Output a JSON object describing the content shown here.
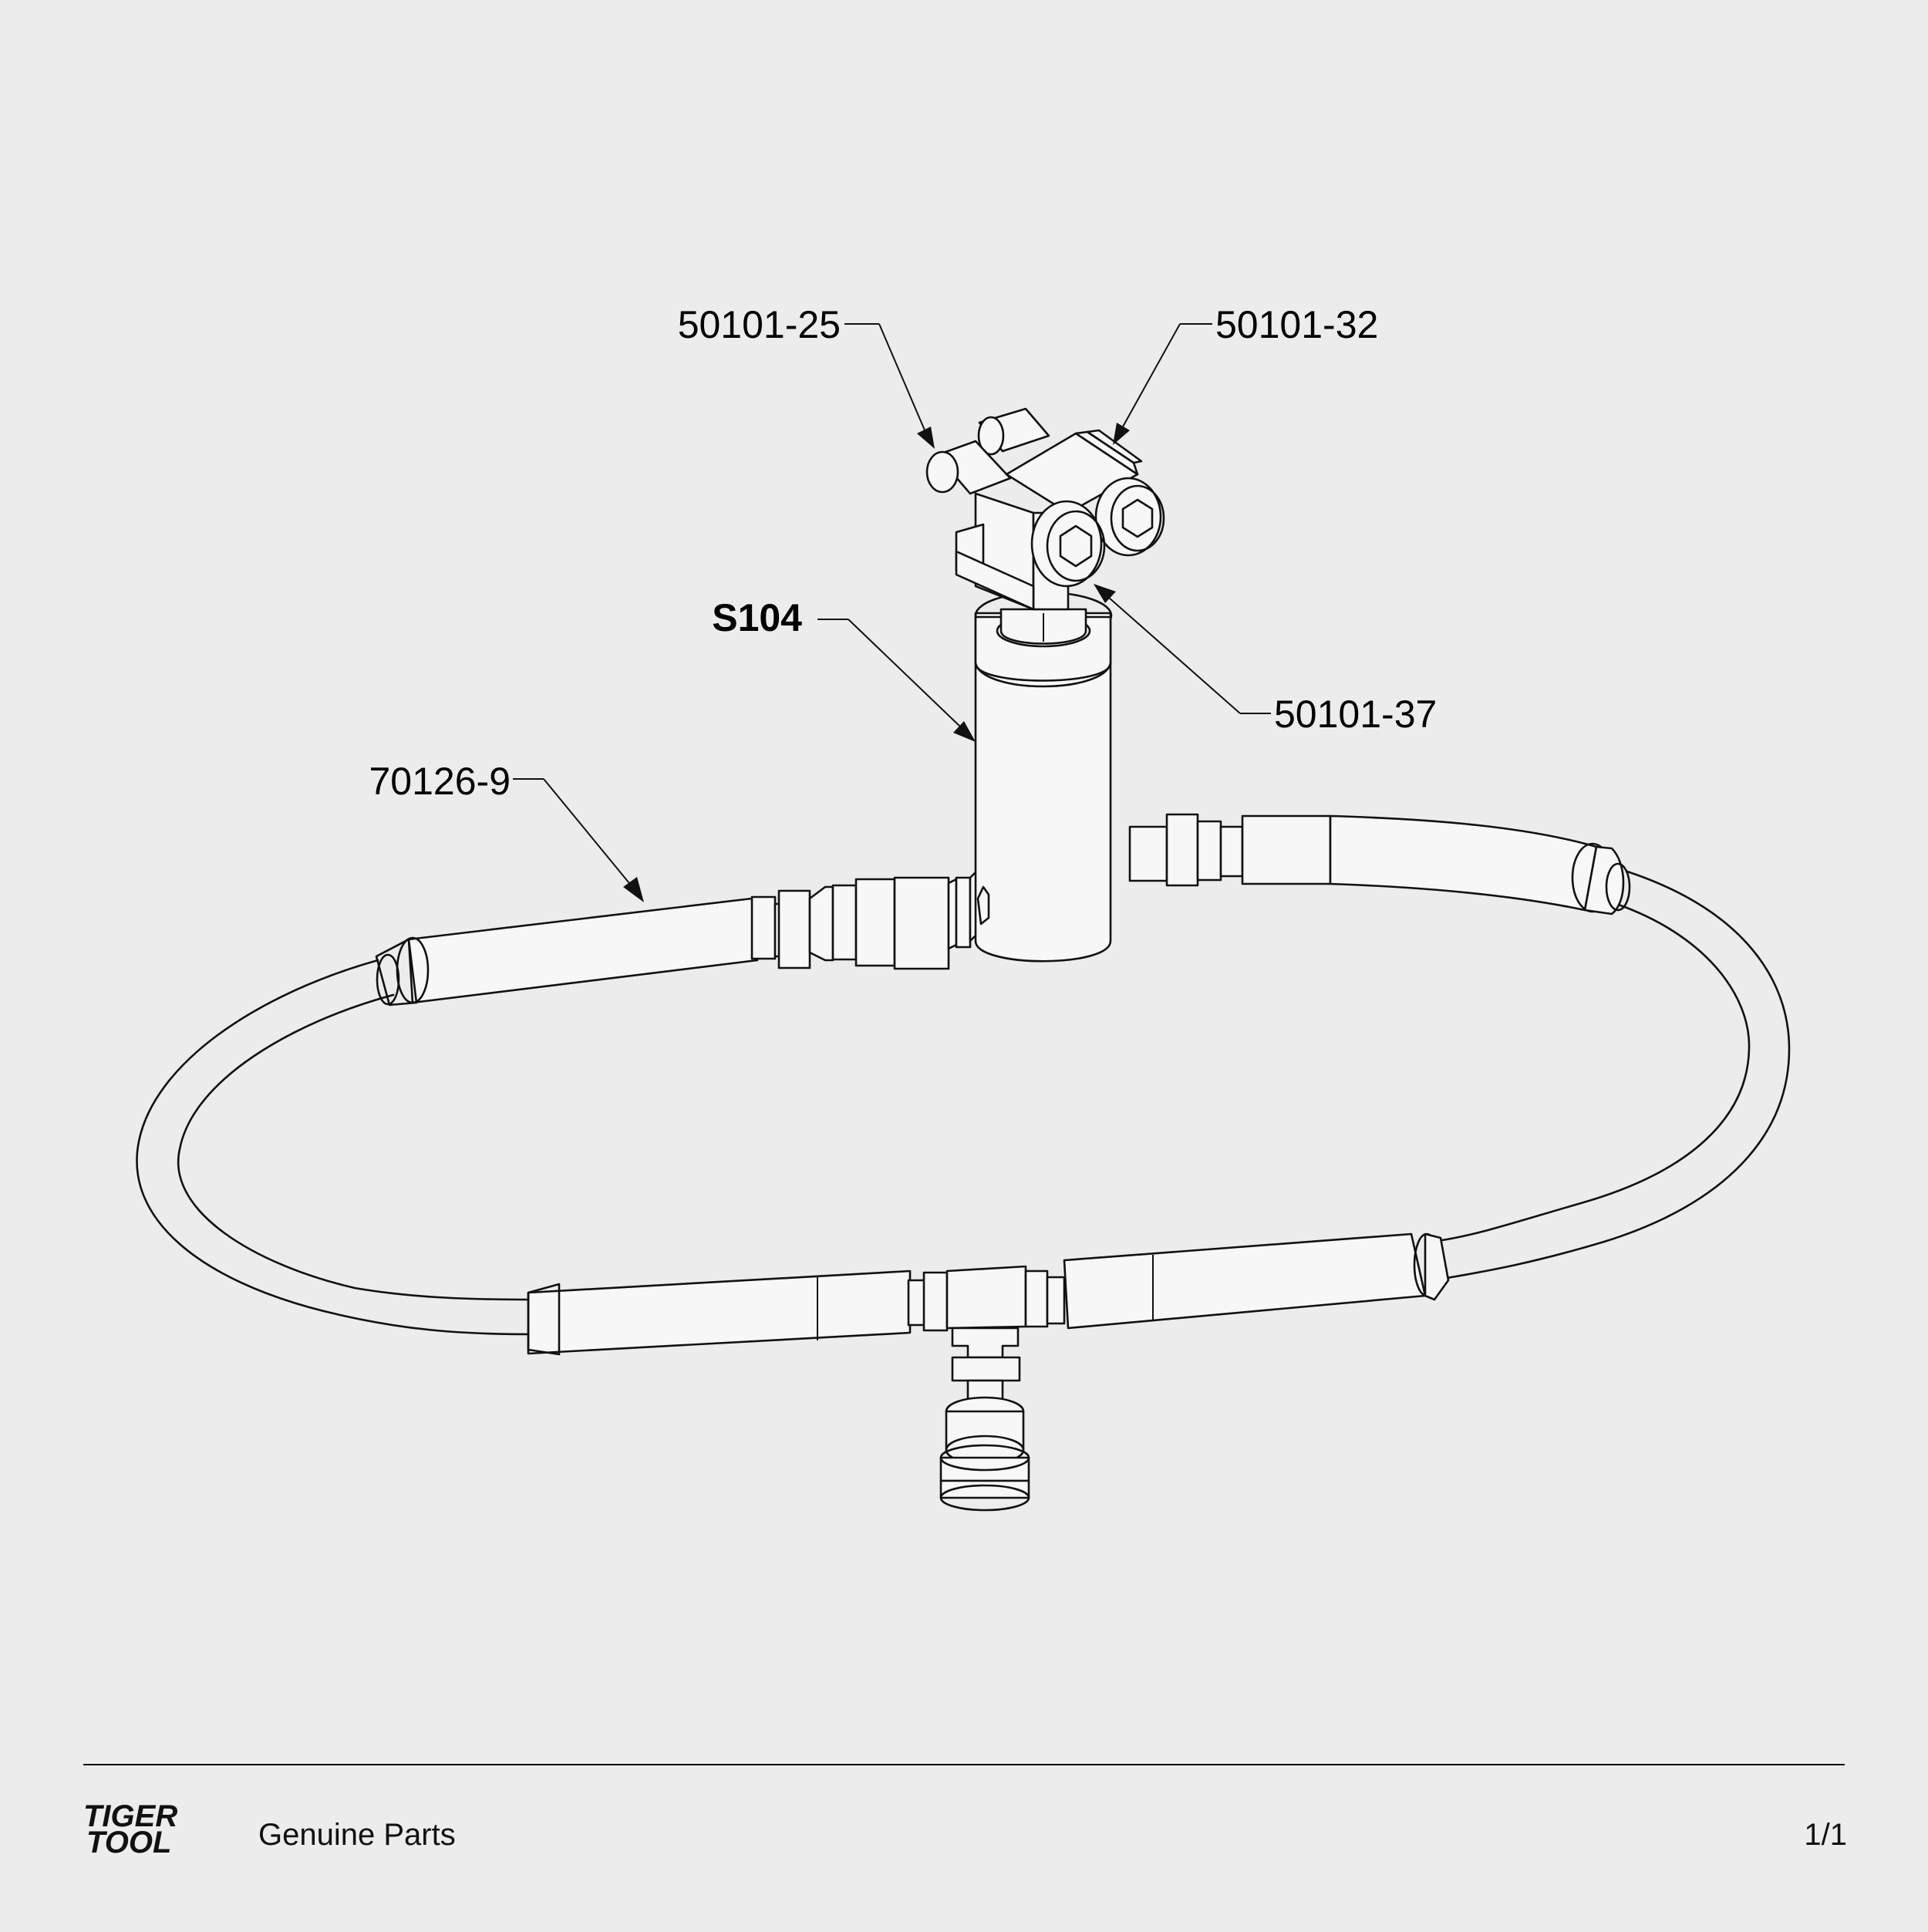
{
  "callouts": {
    "pin": "50101-25",
    "clamp": "50101-32",
    "kit": "S104",
    "bolt": "50101-37",
    "hose": "70126-9"
  },
  "footer": {
    "brand_line1": "TIGER",
    "brand_line2": "TOOL",
    "tagline": "Genuine Parts",
    "page": "1/1"
  },
  "colors": {
    "background": "#ececec",
    "line": "#111111"
  }
}
